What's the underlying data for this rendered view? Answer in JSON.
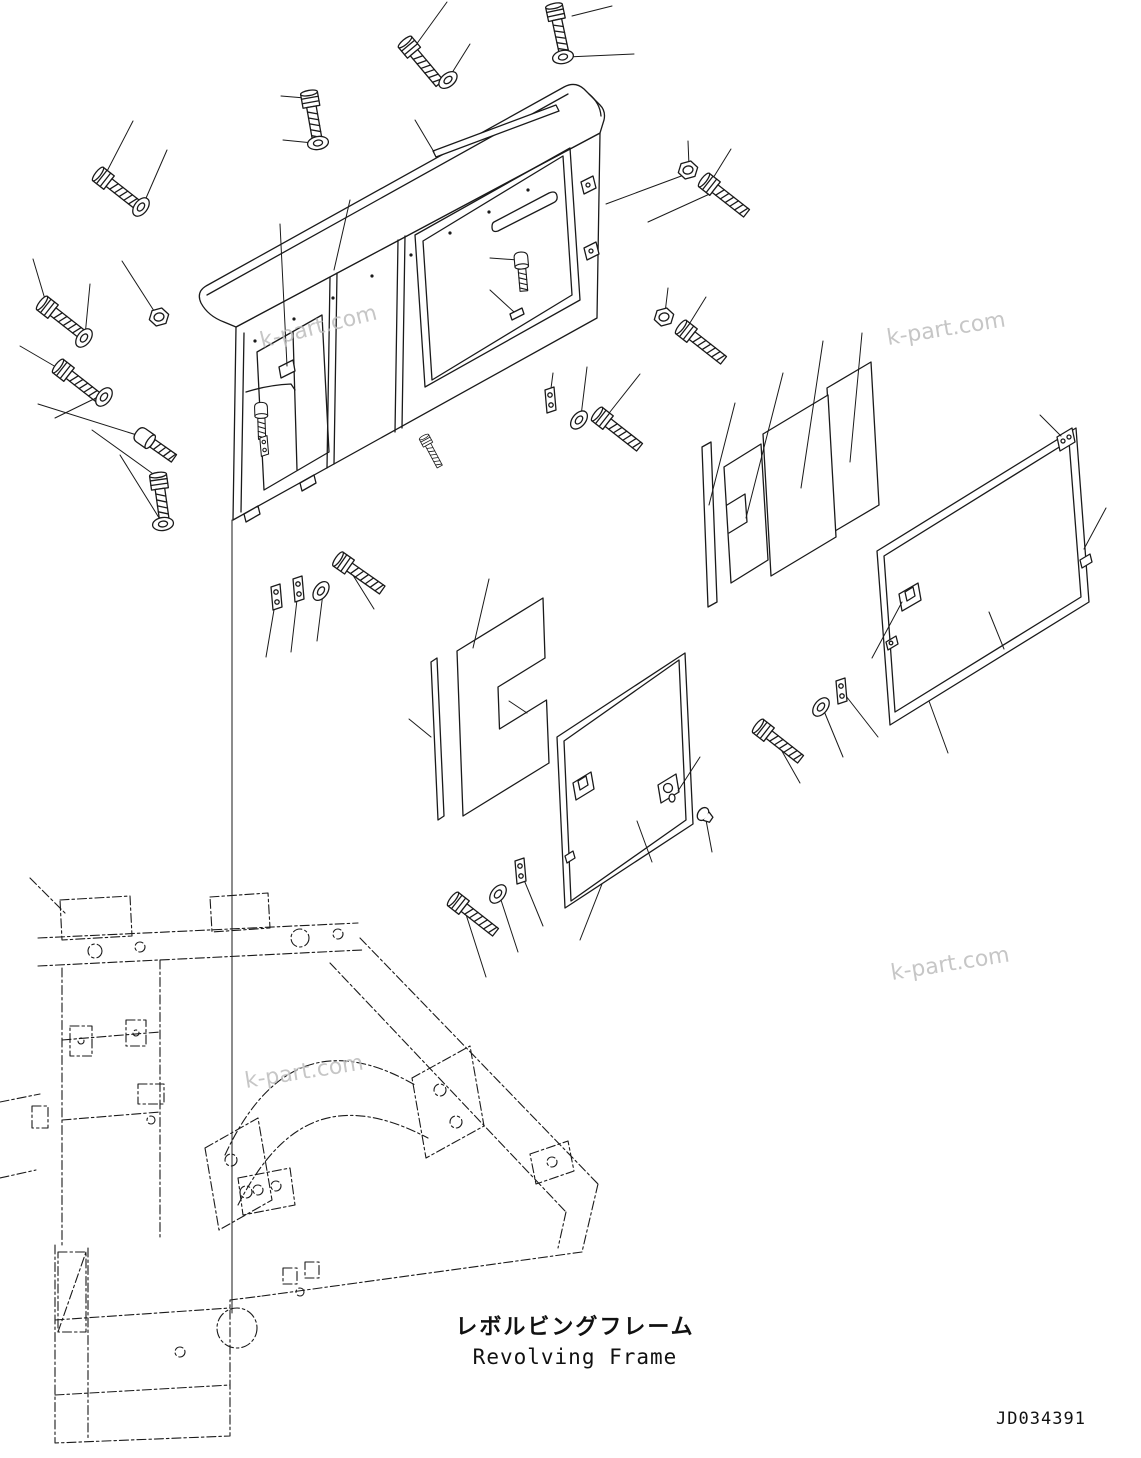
{
  "page": {
    "background_color": "#ffffff",
    "line_color": "#1a1a1a",
    "watermark_color": "#bdbdbd"
  },
  "figure": {
    "caption_ja": "レボルビングフレーム",
    "caption_en": "Revolving Frame",
    "drawing_number": "JD034391"
  },
  "watermarks": [
    {
      "text": "k-part.com"
    },
    {
      "text": "k-part.com"
    },
    {
      "text": "k-part.com"
    },
    {
      "text": "k-part.com"
    }
  ]
}
